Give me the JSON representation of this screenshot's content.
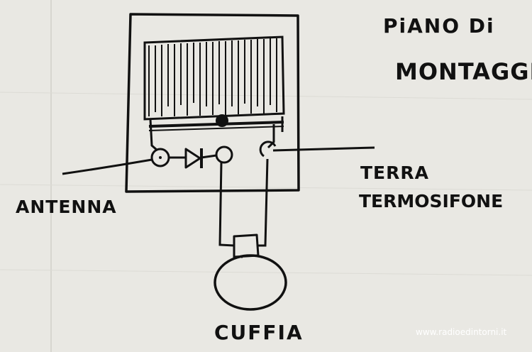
{
  "title_line1": "PiANO Di",
  "title_line2": "MONTAGGIO",
  "label_antenna": "ANTENNA",
  "label_terra": "TERRA",
  "label_termosifone": "TERMOSIFONE",
  "label_cuffia": "CUFFIA",
  "watermark": "www.radioedintorni.it",
  "ink_color": "#111111",
  "paper_color": "#e9e8e3"
}
